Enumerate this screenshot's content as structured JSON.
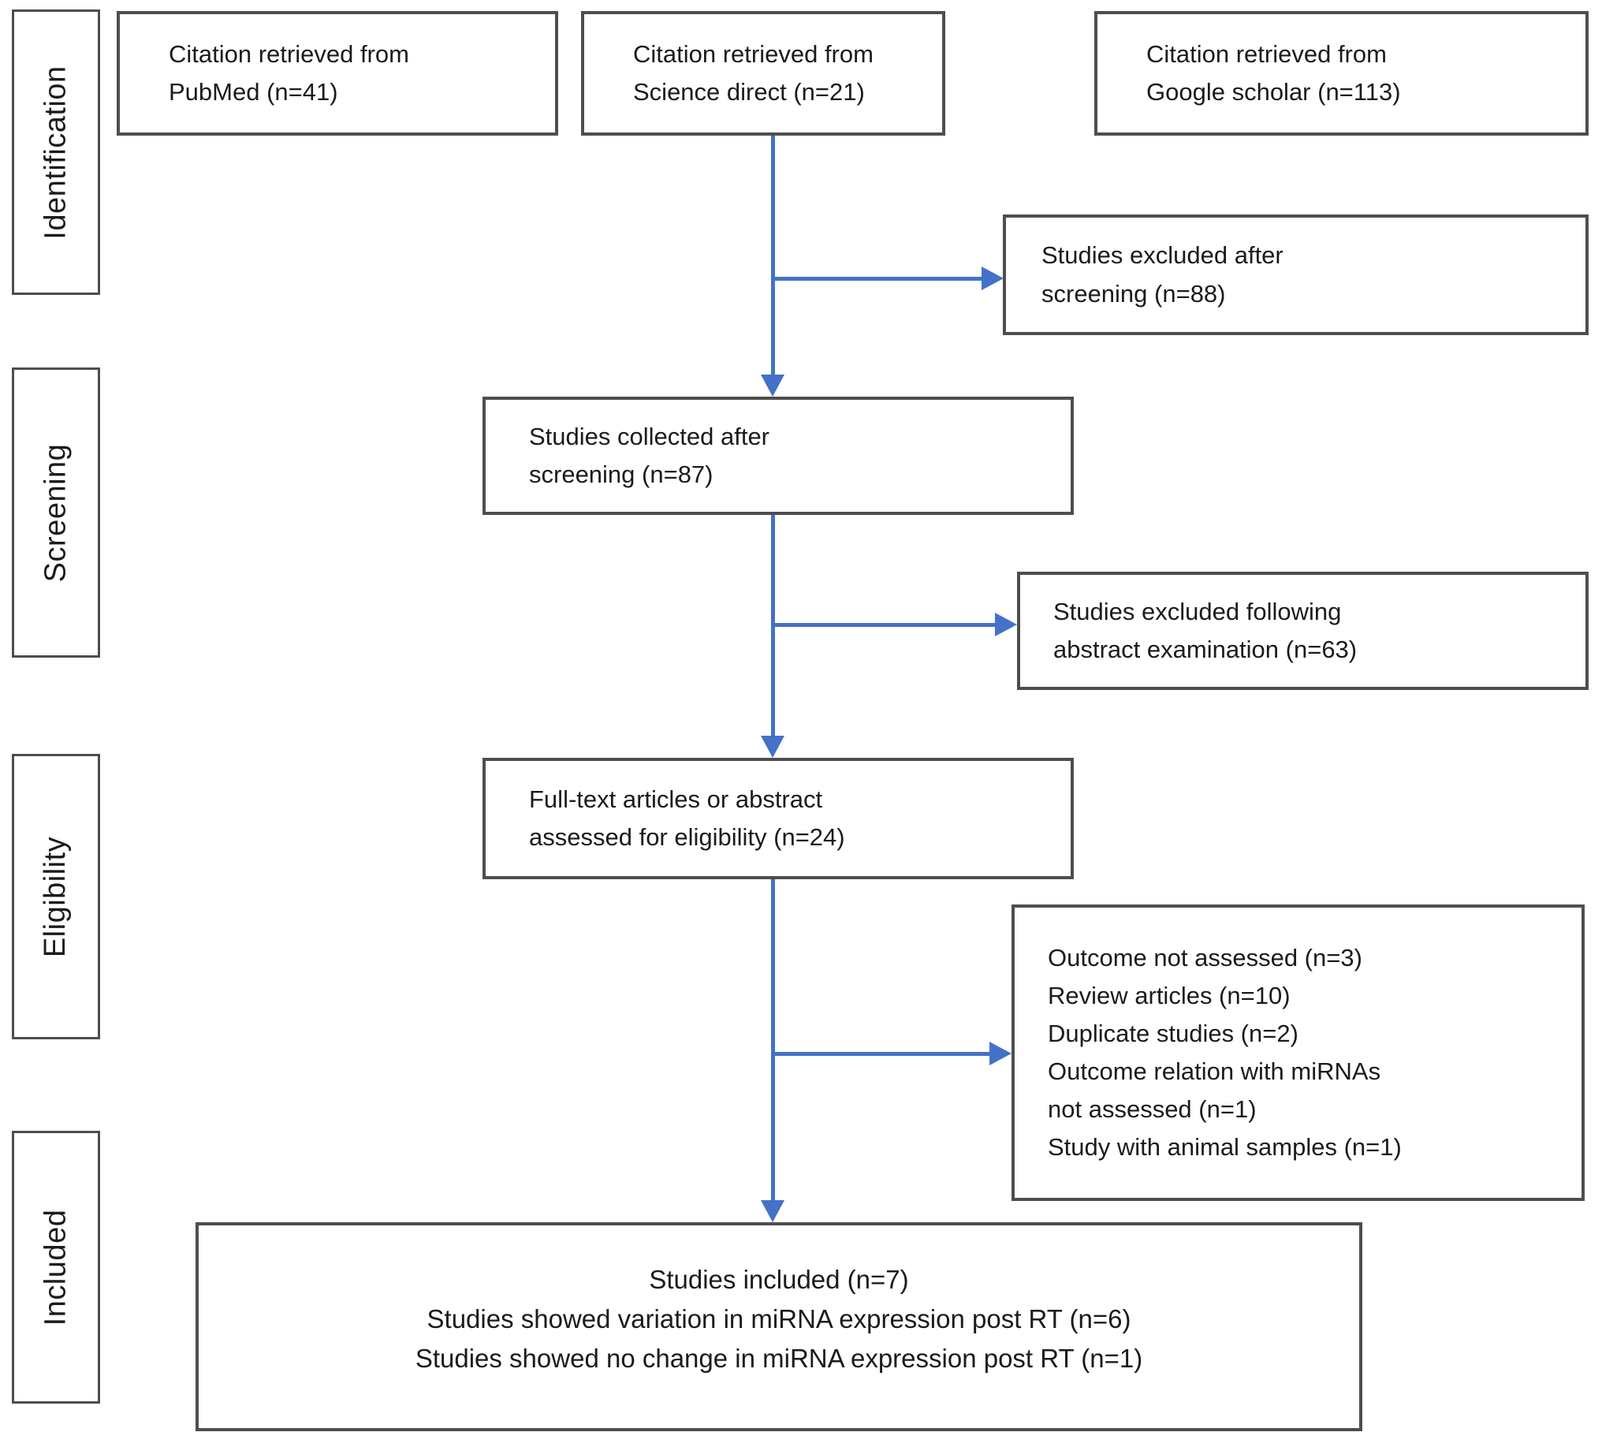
{
  "diagram": {
    "stages": [
      {
        "label": "Identification"
      },
      {
        "label": "Screening"
      },
      {
        "label": "Eligibility"
      },
      {
        "label": "Included"
      }
    ],
    "sources": [
      {
        "lines": [
          "Citation retrieved from",
          "PubMed (n=41)"
        ]
      },
      {
        "lines": [
          "Citation retrieved from",
          "Science direct (n=21)"
        ]
      },
      {
        "lines": [
          "Citation retrieved from",
          "Google scholar (n=113)"
        ]
      }
    ],
    "excluded_screening": {
      "lines": [
        "Studies excluded after",
        "screening (n=88)"
      ]
    },
    "collected": {
      "lines": [
        "Studies collected after",
        "screening (n=87)"
      ]
    },
    "excluded_abstract": {
      "lines": [
        "Studies excluded following",
        "abstract examination (n=63)"
      ]
    },
    "fulltext": {
      "lines": [
        "Full-text articles or abstract",
        "assessed for eligibility (n=24)"
      ]
    },
    "exclusion_reasons": {
      "lines": [
        "Outcome not assessed (n=3)",
        "Review articles (n=10)",
        "Duplicate studies (n=2)",
        "Outcome relation with miRNAs",
        "not assessed (n=1)",
        "Study with animal samples (n=1)"
      ]
    },
    "included_box": {
      "lines": [
        "Studies included (n=7)",
        "Studies showed variation in miRNA expression post RT (n=6)",
        "Studies showed no change in miRNA expression post RT (n=1)"
      ]
    }
  },
  "colors": {
    "arrow": "#4372c8",
    "border": "#4e4e4e",
    "text": "#1b1b1b"
  }
}
